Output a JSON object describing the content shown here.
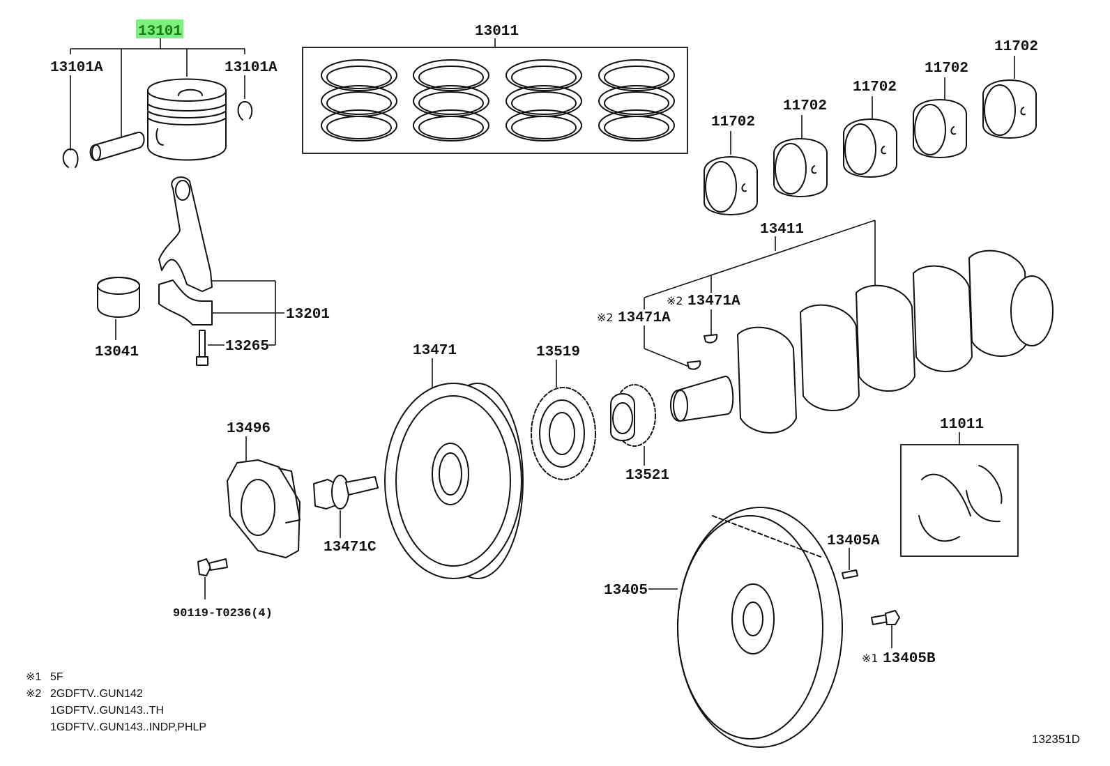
{
  "diagram": {
    "title_code": "132351D",
    "highlight_color": "#7cf07c",
    "parts": {
      "piston_sub_assy": "13101",
      "piston_snap_ring_left": "13101A",
      "piston_snap_ring_right": "13101A",
      "piston_ring_set": "13011",
      "crank_bearing_1": "11702",
      "crank_bearing_2": "11702",
      "crank_bearing_3": "11702",
      "crank_bearing_4": "11702",
      "crank_bearing_5": "11702",
      "crankshaft": "13411",
      "crank_key_upper": "13471A",
      "crank_key_lower": "13471A",
      "crank_key_upper_note": "※2",
      "crank_key_lower_note": "※2",
      "connecting_rod": "13201",
      "con_rod_bolt": "13265",
      "con_rod_bearing": "13041",
      "crank_pulley": "13471",
      "crank_gear": "13519",
      "crank_sprocket": "13521",
      "crank_thrust_washer_set": "11011",
      "pulley_plate": "13496",
      "pulley_bolt": "13471C",
      "plate_bolt": "90119-T0236(4)",
      "flywheel": "13405",
      "flywheel_pin": "13405A",
      "flywheel_bolt": "13405B",
      "flywheel_bolt_note": "※1"
    },
    "footnotes": [
      {
        "mark": "※1",
        "text": "5F"
      },
      {
        "mark": "※2",
        "text": "2GDFTV..GUN142"
      },
      {
        "mark": "",
        "text": "1GDFTV..GUN143..TH"
      },
      {
        "mark": "",
        "text": "1GDFTV..GUN143..INDP,PHLP"
      }
    ]
  }
}
